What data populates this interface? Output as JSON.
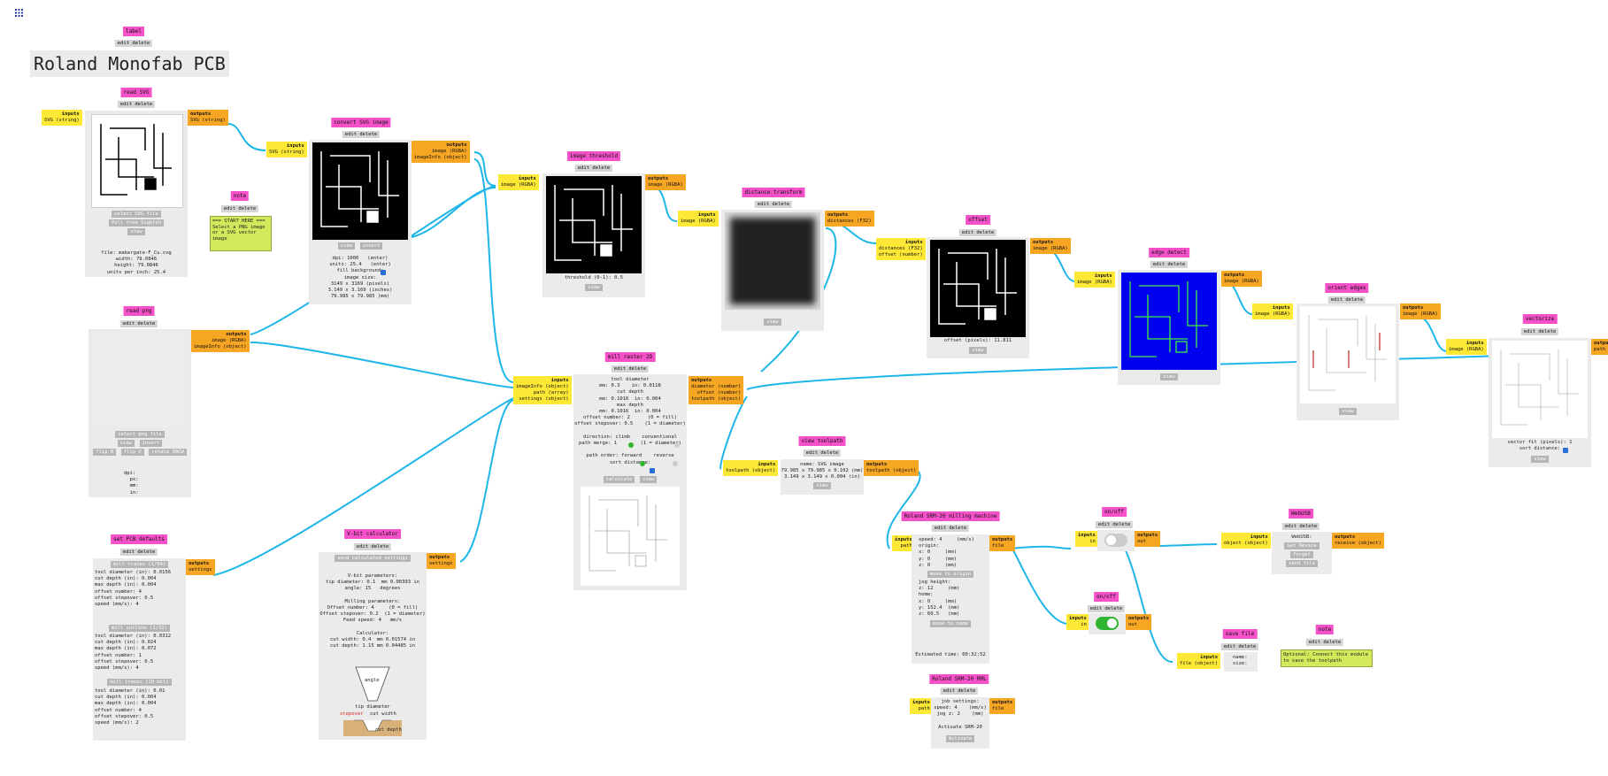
{
  "app_icon": "grid-icon",
  "label_module": {
    "title": "label",
    "edit_delete": "edit delete",
    "text": "Roland Monofab PCB"
  },
  "read_svg": {
    "title": "read SVG",
    "edit_delete": "edit delete",
    "inputs": "inputs",
    "input1": "SVG (string)",
    "outputs": "outputs",
    "output1": "SVG (string)",
    "btn_select": "select SVG file",
    "btn_pull": "Pull from Sxgbtch",
    "btn_view": "view",
    "info": "file: makergate-F_Cu.svg\nwidth: 79.0846\nheight: 79.0846\nunits per inch: 25.4"
  },
  "note1": {
    "title": "note",
    "edit_delete": "edit delete",
    "text": "=== START HERE ===\nSelect a PNG image\nor a SVG vector\nimage"
  },
  "convert_svg": {
    "title": "convert SVG image",
    "edit_delete": "edit delete",
    "inputs": "inputs",
    "input1": "SVG (string)",
    "outputs": "outputs",
    "output1": "image (RGBA)",
    "output2": "imageInfo (object)",
    "btn_view": "view",
    "btn_invert": "invert",
    "info": "dpi: 1000   (enter)\nunits: 25.4   (enter)\nfill background:\nimage size:\n3149 x 3169 (pixels)\n3.149 x 3.169 (inches)\n79.985 x 79.985 (mm)"
  },
  "read_png": {
    "title": "read png",
    "edit_delete": "edit delete",
    "outputs": "outputs",
    "output1": "image (RGBA)",
    "output2": "imageInfo (object)",
    "btn_select": "select png file",
    "btn_view": "view",
    "btn_invert": "invert",
    "btn_fliph": "flip H",
    "btn_flipv": "flip V",
    "btn_rotate": "rotate 90CW",
    "info": "dpi:\n  px:\n  mm:\n  in:"
  },
  "image_threshold": {
    "title": "image threshold",
    "edit_delete": "edit delete",
    "inputs": "inputs",
    "input1": "image (RGBA)",
    "outputs": "outputs",
    "output1": "image (RGBA)",
    "info": "threshold (0-1): 0.5",
    "btn_view": "view"
  },
  "distance_transform": {
    "title": "distance transform",
    "edit_delete": "edit delete",
    "inputs": "inputs",
    "input1": "image (RGBA)",
    "outputs": "outputs",
    "output1": "distances (F32)",
    "btn_view": "view"
  },
  "offset": {
    "title": "offset",
    "edit_delete": "edit delete",
    "inputs": "inputs",
    "input1": "distances (F32)",
    "input2": "offset (number)",
    "outputs": "outputs",
    "output1": "image (RGBA)",
    "info": "offset (pixels): 11.811",
    "btn_view": "view"
  },
  "edge_detect": {
    "title": "edge detect",
    "edit_delete": "edit delete",
    "inputs": "inputs",
    "input1": "image (RGBA)",
    "outputs": "outputs",
    "output1": "image (RGBA)",
    "btn_view": "view"
  },
  "orient_edges": {
    "title": "orient edges",
    "edit_delete": "edit delete",
    "inputs": "inputs",
    "input1": "image (RGBA)",
    "outputs": "outputs",
    "output1": "image (RGBA)",
    "btn_view": "view"
  },
  "vectorize": {
    "title": "vectorize",
    "edit_delete": "edit delete",
    "inputs": "inputs",
    "input1": "image (RGBA)",
    "outputs": "outputs",
    "output1": "path",
    "info": "vector fit (pixels): 1\nsort distance:",
    "btn_view": "view"
  },
  "mill_raster": {
    "title": "mill raster 2D",
    "edit_delete": "edit delete",
    "inputs": "inputs",
    "input1": "imageInfo (object)",
    "input2": "path (array)",
    "input3": "settings (object)",
    "outputs": "outputs",
    "output1": "diameter (number)",
    "output2": "offset (number)",
    "output3": "toolpath (object)",
    "info": "tool diameter\nmm: 0.3    in: 0.0118\ncut depth\nmm: 0.1016  in: 0.004\nmax depth\nmm: 0.1016  in: 0.004\noffset number: 2      (0 = fill)\noffset stepover: 0.5    (1 = diameter)\n\ndirection: climb    conventional\npath merge: 1        (1 = diameter)\n\npath order: forward    reverse\nsort distance:",
    "btn_calculate": "calculate",
    "btn_view": "view"
  },
  "view_toolpath": {
    "title": "view toolpath",
    "edit_delete": "edit delete",
    "inputs": "inputs",
    "input1": "toolpath (object)",
    "outputs": "outputs",
    "output1": "toolpath (object)",
    "info": "name: SVG image\n79.985 x 79.985 x 0.102 (mm)\n3.149 x 3.149 x 0.004 (in)",
    "btn_view": "view"
  },
  "pcb_defaults": {
    "title": "set PCB defaults",
    "edit_delete": "edit delete",
    "outputs": "outputs",
    "output1": "settings",
    "btn_traces1": "mill traces (1/64)",
    "block1": "tool diameter (in): 0.0156\ncut depth (in): 0.004\nmax depth (in): 0.004\noffset number: 4\noffset stepover: 0.5\nspeed (mm/s): 4",
    "btn_outline": "mill outline (1/32)",
    "block2": "tool diameter (in): 0.0312\ncut depth (in): 0.024\nmax depth (in): 0.072\noffset number: 1\noffset stepover: 0.5\nspeed (mm/s): 4",
    "btn_traces10": "mill traces (10 mil)",
    "block3": "tool diameter (in): 0.01\ncut depth (in): 0.004\nmax depth (in): 0.004\noffset number: 4\noffset stepover: 0.5\nspeed (mm/s): 2"
  },
  "vbit": {
    "title": "V-bit calculator",
    "edit_delete": "edit delete",
    "outputs": "outputs",
    "output1": "settings",
    "btn_send": "send calculated settings",
    "info": "V-bit parameters:\ntip diameter: 0.1  mm 0.00393 in\nangle: 15   degrees\n\nMilling parameters:\nOffset number: 4     (0 = fill)\nOffset stepover: 0.2  (1 = diameter)\nFeed speed: 4   mm/s\n\nCalculator:\ncut width: 0.4  mm 0.01574 in\ncut depth: 1.15 mm 0.04485 in",
    "angle_label": "angle",
    "tip_label": "tip diameter",
    "stepover_label": "stepover",
    "cutwidth_label": "cut width",
    "cutdepth_label": "cut depth"
  },
  "srm20": {
    "title": "Roland SRM-20 milling machine",
    "edit_delete": "edit delete",
    "inputs": "inputs",
    "input1": "path",
    "outputs": "outputs",
    "output1": "file",
    "info1": "speed: 4     (mm/s)\norigin:\nx: 0     (mm)\ny: 0     (mm)\nz: 0     (mm)",
    "btn_origin": "move to origin",
    "info2": "jog height:\nz: 12     (mm)\nhome:\nx: 0     (mm)\ny: 152.4  (mm)\nz: 60.5   (mm)",
    "btn_home": "move to home",
    "estimate": "Estimated time: 00:32:52"
  },
  "srm20_rml": {
    "title": "Roland SRM-20 RML",
    "edit_delete": "edit delete",
    "inputs": "inputs",
    "input1": "path",
    "outputs": "outputs",
    "output1": "file",
    "info": "job settings:\nspeed: 4    (mm/s)\njog z: 2    (mm)\n\nActivate SRM-20",
    "btn_activate": "Activate"
  },
  "onoff1": {
    "title": "on/off",
    "edit_delete": "edit delete",
    "inputs": "inputs",
    "input1": "in",
    "outputs": "outputs",
    "output1": "out"
  },
  "onoff2": {
    "title": "on/off",
    "edit_delete": "edit delete",
    "inputs": "inputs",
    "input1": "in",
    "outputs": "outputs",
    "output1": "out"
  },
  "webusb": {
    "title": "WebUSB",
    "edit_delete": "edit delete",
    "inputs": "inputs",
    "input1": "object (object)",
    "outputs": "outputs",
    "output1": "receive (object)",
    "info": "WebUSB:",
    "btn_get": "Get Device",
    "btn_forget": "forget",
    "btn_send": "send file"
  },
  "save_file": {
    "title": "save file",
    "edit_delete": "edit delete",
    "inputs": "inputs",
    "input1": "file (object)",
    "info": "name:\nsize:"
  },
  "note2": {
    "title": "note",
    "edit_delete": "edit delete",
    "text": "Optional: Connect this module\nto save the toolpath"
  },
  "colors": {
    "title_bg": "#f551c9",
    "input_bg": "#fde835",
    "output_bg": "#f6a623",
    "wire": "#1eb6e8",
    "toggle_on": "#2fb52f"
  }
}
